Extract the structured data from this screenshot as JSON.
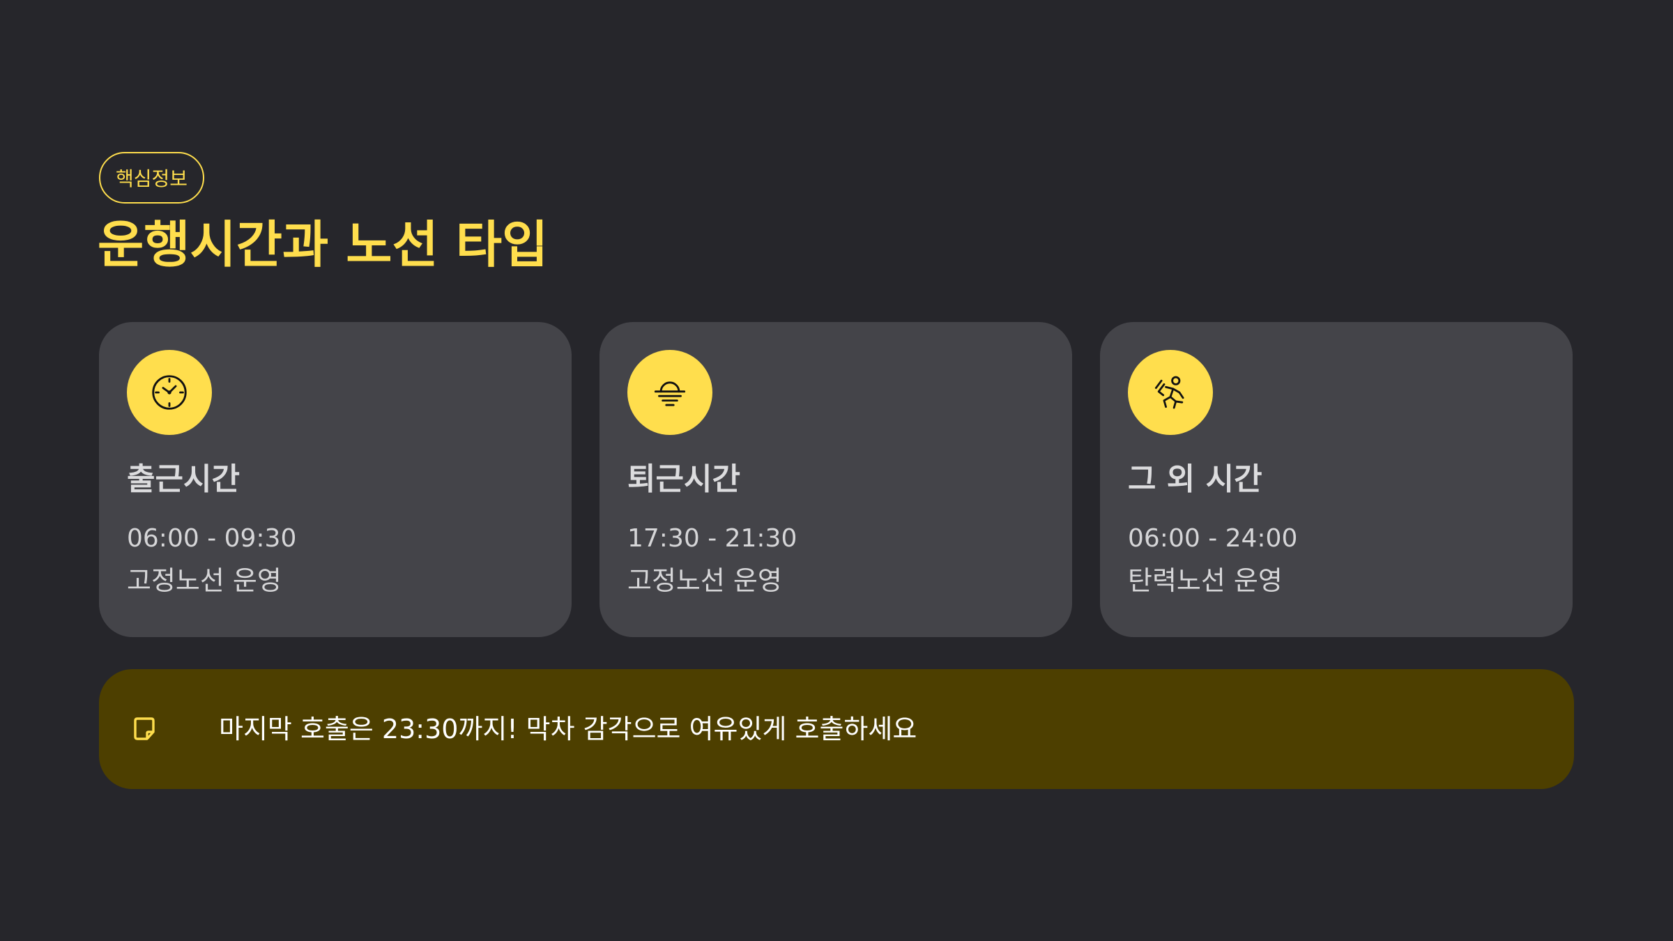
{
  "header": {
    "badge": "핵심정보",
    "title": "운행시간과 노선 타입"
  },
  "cards": [
    {
      "icon": "clock-icon",
      "title": "출근시간",
      "time": "06:00 - 09:30",
      "route": "고정노선 운영"
    },
    {
      "icon": "sunset-icon",
      "title": "퇴근시간",
      "time": "17:30 - 21:30",
      "route": "고정노선 운영"
    },
    {
      "icon": "running-person-icon",
      "title": "그 외 시간",
      "time": "06:00 - 24:00",
      "route": "탄력노선 운영"
    }
  ],
  "notice": {
    "icon": "sticky-note-icon",
    "text": "마지막 호출은 23:30까지! 막차 감각으로 여유있게 호출하세요"
  },
  "colors": {
    "background": "#26262b",
    "accent": "#ffde4d",
    "card": "#444449",
    "notice": "#4d3f00"
  }
}
